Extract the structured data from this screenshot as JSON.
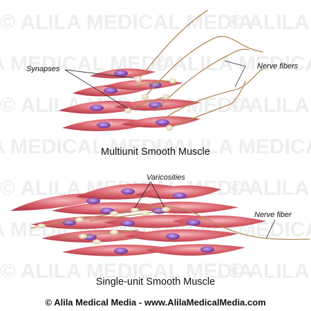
{
  "colors": {
    "fiber": "#d2525d",
    "fiber_light": "#f0a9ae",
    "nucleus": "#8a52b8",
    "nucleus_light": "#c8a7e8",
    "nerve": "#b38d5a",
    "varicosity": "#efe5c9",
    "watermark": "#eeeeee"
  },
  "watermark": {
    "text": "© ALILA MEDICAL MEDIA"
  },
  "labels": {
    "synapses": "Synapses",
    "nerve_fibers": "Nerve fibers",
    "varicosities": "Varicosities",
    "nerve_fiber": "Nerve fiber"
  },
  "captions": {
    "multiunit": "Multiunit Smooth Muscle",
    "single_unit": "Single-unit Smooth Muscle"
  },
  "footer": {
    "text": "© Alila Medical Media - www.AlilaMedicalMedia.com"
  }
}
